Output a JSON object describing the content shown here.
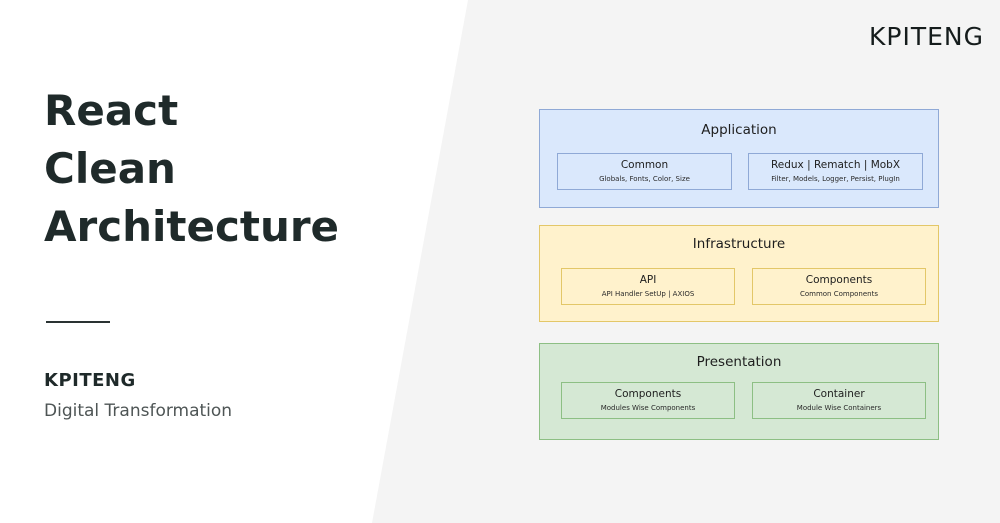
{
  "brand": "KPITENG",
  "title_lines": [
    "React",
    "Clean",
    "Architecture"
  ],
  "company": "KPITENG",
  "tagline": "Digital Transformation",
  "colors": {
    "application_fill": "#dae8fc",
    "application_border": "#8fa9d6",
    "infrastructure_fill": "#fff2cc",
    "infrastructure_border": "#e3c768",
    "presentation_fill": "#d5e8d4",
    "presentation_border": "#8dbf84"
  },
  "layers": [
    {
      "name": "Application",
      "boxes": [
        {
          "title": "Common",
          "subtitle": "Globals, Fonts, Color, Size"
        },
        {
          "title": "Redux | Rematch | MobX",
          "subtitle": "Filter, Models, Logger, Persist, PlugIn"
        }
      ]
    },
    {
      "name": "Infrastructure",
      "boxes": [
        {
          "title": "API",
          "subtitle": "API Handler SetUp | AXIOS"
        },
        {
          "title": "Components",
          "subtitle": "Common Components"
        }
      ]
    },
    {
      "name": "Presentation",
      "boxes": [
        {
          "title": "Components",
          "subtitle": "Modules Wise Components"
        },
        {
          "title": "Container",
          "subtitle": "Module Wise Containers"
        }
      ]
    }
  ]
}
